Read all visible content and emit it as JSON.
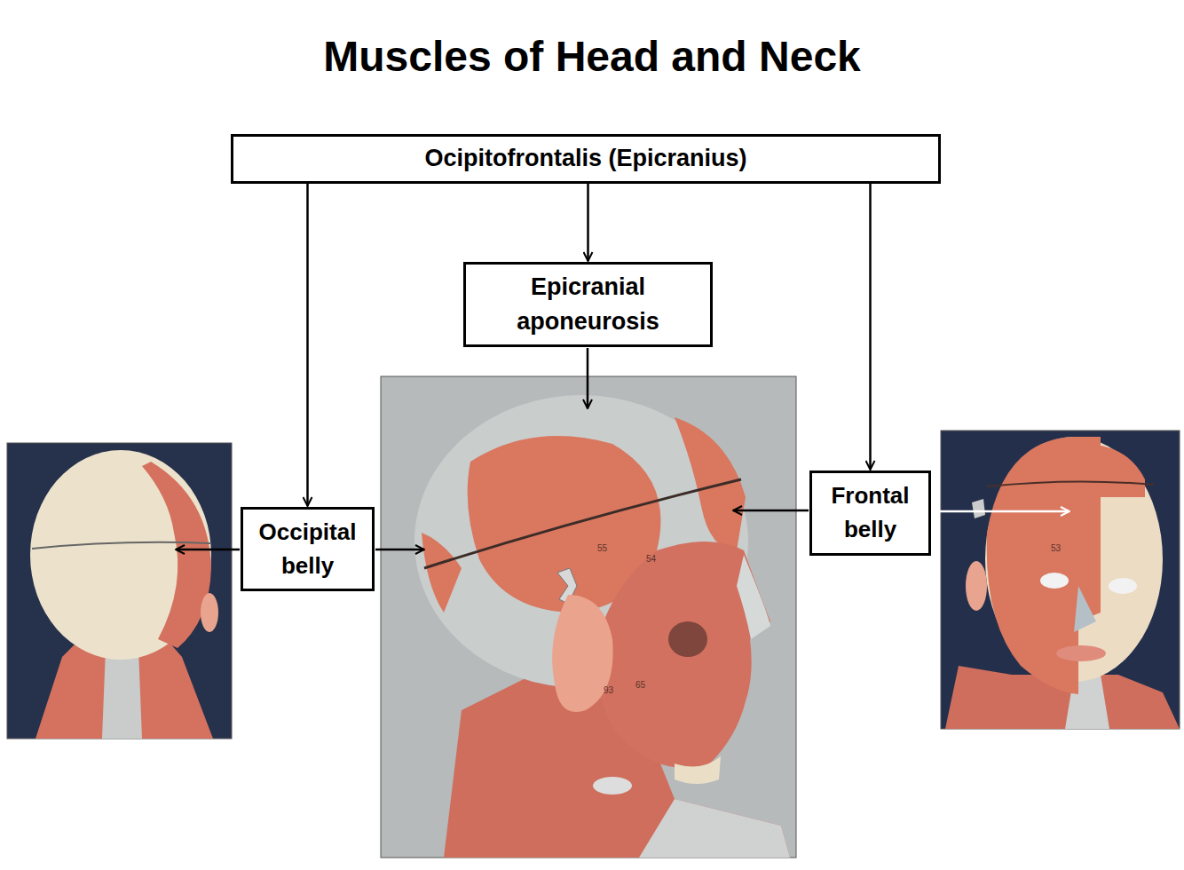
{
  "diagram": {
    "title": "Muscles of Head and Neck",
    "nodes": [
      {
        "text": [
          "Ocipitofrontalis (Epicranius)"
        ]
      },
      {
        "text": [
          "Epicranial aponeurosis"
        ]
      },
      {
        "text": [
          "Occipital belly"
        ]
      },
      {
        "text": [
          "Frontal belly"
        ]
      }
    ],
    "edges": [
      {
        "from": 0,
        "to": 1,
        "arrow": "to"
      },
      {
        "from": 0,
        "to": 2,
        "arrow": "to"
      },
      {
        "from": 0,
        "to": 3,
        "arrow": "to"
      }
    ],
    "labels": [
      "55",
      "54",
      "65",
      "93",
      "53"
    ]
  }
}
